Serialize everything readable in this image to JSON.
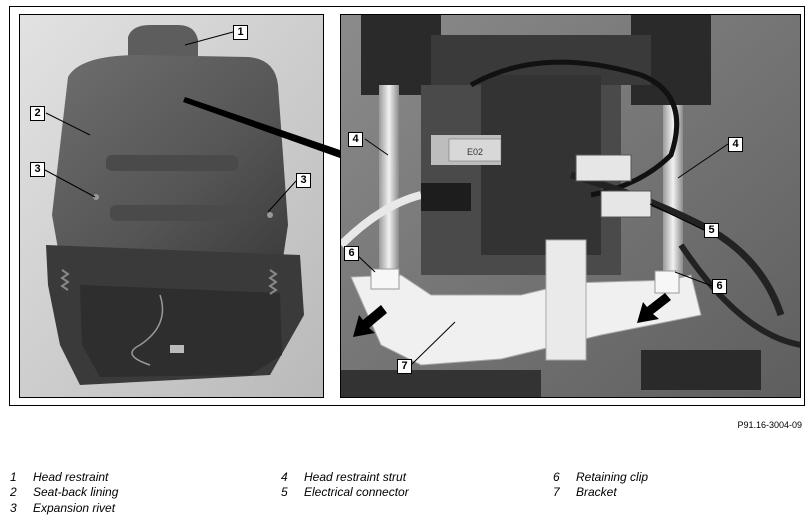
{
  "figure_ref": "P91.16-3004-09",
  "photo_label": "E02",
  "callouts": {
    "left": [
      "1",
      "2",
      "3",
      "3"
    ],
    "right": [
      "4",
      "4",
      "5",
      "6",
      "6",
      "7"
    ]
  },
  "legend": [
    {
      "num": "1",
      "label": "Head restraint"
    },
    {
      "num": "2",
      "label": "Seat-back lining"
    },
    {
      "num": "3",
      "label": "Expansion rivet"
    },
    {
      "num": "4",
      "label": "Head restraint strut"
    },
    {
      "num": "5",
      "label": "Electrical connector"
    },
    {
      "num": "6",
      "label": "Retaining clip"
    },
    {
      "num": "7",
      "label": "Bracket"
    }
  ]
}
